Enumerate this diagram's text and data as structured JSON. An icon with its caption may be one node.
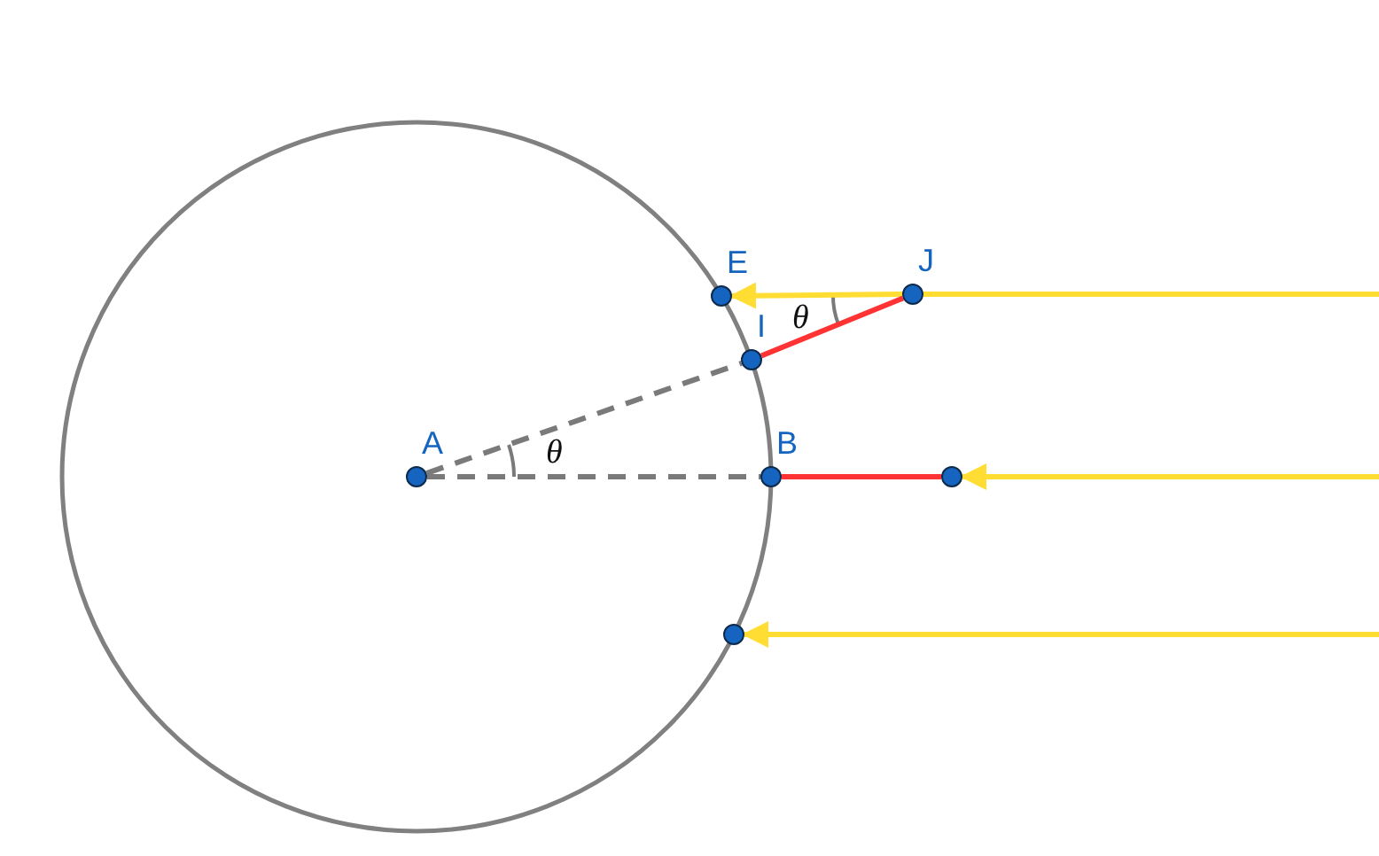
{
  "diagram": {
    "nodes": [
      {
        "text": [
          "A"
        ]
      },
      {
        "text": [
          "E"
        ]
      },
      {
        "text": [
          "I"
        ]
      },
      {
        "text": [
          "J"
        ]
      },
      {
        "text": [
          "B"
        ]
      },
      {
        "text": [],
        "shape": "circle"
      },
      {
        "text": [],
        "shape": "circle"
      }
    ],
    "edges": [
      {
        "from": null,
        "to": 3,
        "arrow": "none",
        "color": "#ffdd33"
      },
      {
        "from": 3,
        "to": 1,
        "arrow": "to",
        "color": "#ffdd33"
      },
      {
        "from": null,
        "to": 5,
        "arrow": "to",
        "color": "#ffdd33"
      },
      {
        "from": null,
        "to": 6,
        "arrow": "to",
        "color": "#ffdd33"
      },
      {
        "from": 2,
        "to": 3,
        "arrow": "none",
        "color": "#ff3333"
      },
      {
        "from": 4,
        "to": 5,
        "arrow": "none",
        "color": "#ff3333"
      },
      {
        "from": 0,
        "to": 2,
        "arrow": "none",
        "style": "dashed",
        "color": "#7a7a7a"
      },
      {
        "from": 0,
        "to": 4,
        "arrow": "none",
        "style": "dashed",
        "color": "#7a7a7a"
      }
    ],
    "labels": [
      "θ",
      "θ"
    ]
  }
}
